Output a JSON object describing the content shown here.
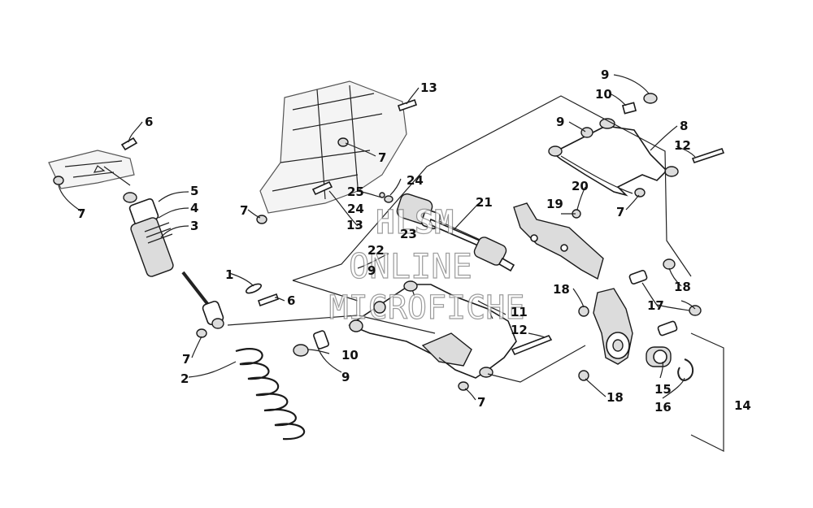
{
  "watermark": {
    "line1": "HLSM",
    "line2": "ONLINE",
    "line3": "MICROFICHE"
  },
  "callouts": [
    {
      "id": "c1",
      "label": "1"
    },
    {
      "id": "c2",
      "label": "2"
    },
    {
      "id": "c3",
      "label": "3"
    },
    {
      "id": "c4",
      "label": "4"
    },
    {
      "id": "c5",
      "label": "5"
    },
    {
      "id": "c6a",
      "label": "6"
    },
    {
      "id": "c6b",
      "label": "6"
    },
    {
      "id": "c7a",
      "label": "7"
    },
    {
      "id": "c7b",
      "label": "7"
    },
    {
      "id": "c7c",
      "label": "7"
    },
    {
      "id": "c7d",
      "label": "7"
    },
    {
      "id": "c7e",
      "label": "7"
    },
    {
      "id": "c7f",
      "label": "7"
    },
    {
      "id": "c8",
      "label": "8"
    },
    {
      "id": "c9a",
      "label": "9"
    },
    {
      "id": "c9b",
      "label": "9"
    },
    {
      "id": "c9c",
      "label": "9"
    },
    {
      "id": "c9d",
      "label": "9"
    },
    {
      "id": "c10a",
      "label": "10"
    },
    {
      "id": "c10b",
      "label": "10"
    },
    {
      "id": "c11",
      "label": "11"
    },
    {
      "id": "c12a",
      "label": "12"
    },
    {
      "id": "c12b",
      "label": "12"
    },
    {
      "id": "c13a",
      "label": "13"
    },
    {
      "id": "c13b",
      "label": "13"
    },
    {
      "id": "c14",
      "label": "14"
    },
    {
      "id": "c15",
      "label": "15"
    },
    {
      "id": "c16",
      "label": "16"
    },
    {
      "id": "c17",
      "label": "17"
    },
    {
      "id": "c18a",
      "label": "18"
    },
    {
      "id": "c18b",
      "label": "18"
    },
    {
      "id": "c18c",
      "label": "18"
    },
    {
      "id": "c19",
      "label": "19"
    },
    {
      "id": "c20",
      "label": "20"
    },
    {
      "id": "c21",
      "label": "21"
    },
    {
      "id": "c22",
      "label": "22"
    },
    {
      "id": "c23",
      "label": "23"
    },
    {
      "id": "c24a",
      "label": "24"
    },
    {
      "id": "c24b",
      "label": "24"
    },
    {
      "id": "c25",
      "label": "25"
    }
  ]
}
